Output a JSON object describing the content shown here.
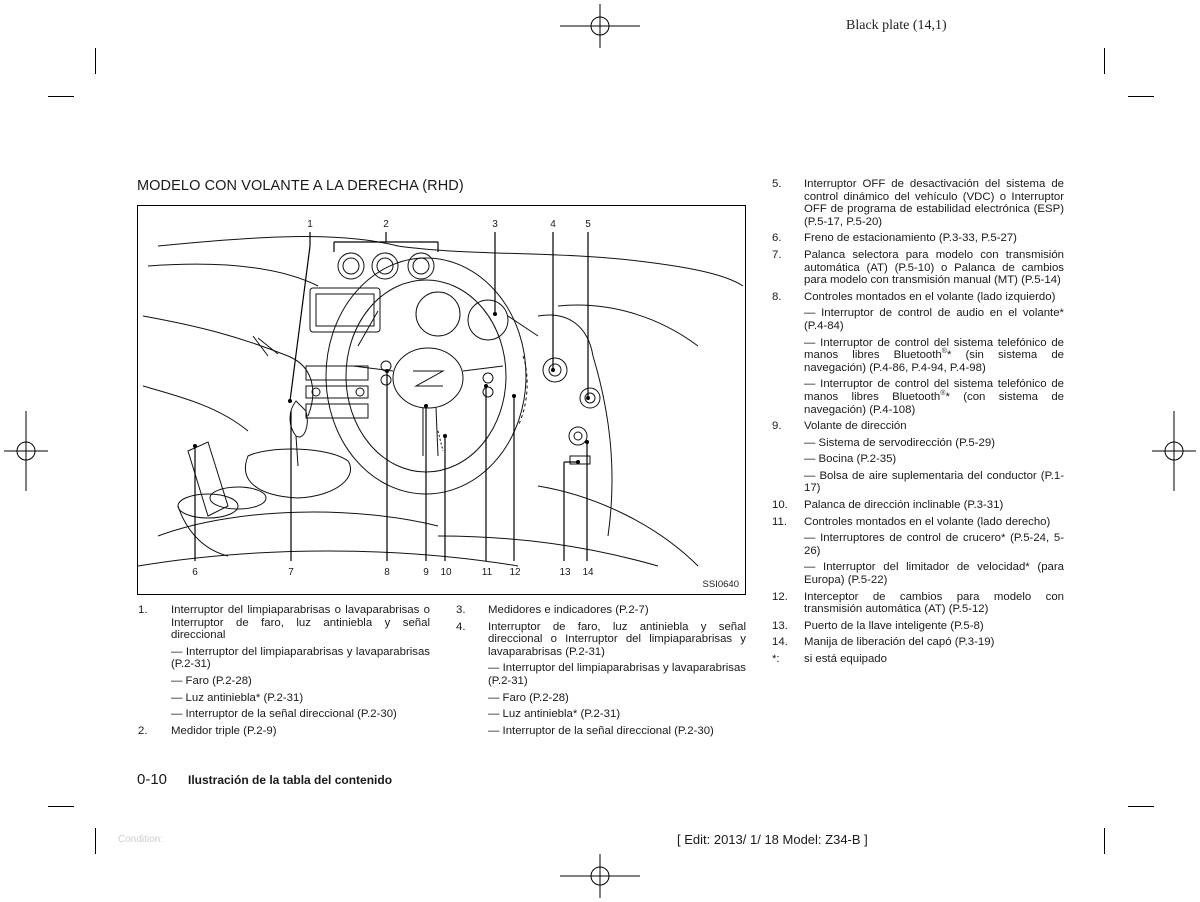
{
  "header": {
    "plate": "Black plate (14,1)"
  },
  "section_title": "MODELO CON VOLANTE A LA DERECHA (RHD)",
  "figure": {
    "id": "SSI0640",
    "callouts_top": [
      "1",
      "2",
      "3",
      "4",
      "5"
    ],
    "callouts_bottom": [
      "6",
      "7",
      "8",
      "9",
      "10",
      "11",
      "12",
      "13",
      "14"
    ]
  },
  "left_column": {
    "item1": {
      "num": "1.",
      "text": "Interruptor del limpiaparabrisas o lavaparabrisas o Interruptor de faro, luz antiniebla y señal direccional",
      "subs": [
        "— Interruptor del limpiaparabrisas y lavaparabrisas (P.2-31)",
        "— Faro (P.2-28)",
        "— Luz antiniebla* (P.2-31)",
        "— Interruptor de la señal direccional (P.2-30)"
      ]
    },
    "item2": {
      "num": "2.",
      "text": "Medidor triple (P.2-9)"
    }
  },
  "mid_column": {
    "item3": {
      "num": "3.",
      "text": "Medidores e indicadores (P.2-7)"
    },
    "item4": {
      "num": "4.",
      "text": "Interruptor de faro, luz antiniebla y señal direccional o Interruptor del limpiaparabrisas y lavaparabrisas (P.2-31)",
      "subs": [
        "— Interruptor del limpiaparabrisas y lavaparabrisas (P.2-31)",
        "— Faro (P.2-28)",
        "— Luz antiniebla* (P.2-31)",
        "— Interruptor de la señal direccional (P.2-30)"
      ]
    }
  },
  "right_column": {
    "i5": {
      "num": "5.",
      "text": "Interruptor OFF de desactivación del sistema de control dinámico del vehículo (VDC) o Interruptor OFF de programa de estabilidad electrónica (ESP) (P.5-17, P.5-20)"
    },
    "i6": {
      "num": "6.",
      "text": "Freno de estacionamiento (P.3-33, P.5-27)"
    },
    "i7": {
      "num": "7.",
      "text": "Palanca selectora para modelo con transmisión automática (AT) (P.5-10) o Palanca de cambios para modelo con transmisión manual (MT) (P.5-14)"
    },
    "i8": {
      "num": "8.",
      "text": "Controles montados en el volante (lado izquierdo)",
      "sub1": "— Interruptor de control de audio en el volante* (P.4-84)",
      "sub2a": "— Interruptor de control del sistema telefónico de manos libres Bluetooth",
      "sub2b": "* (sin sistema de navegación) (P.4-86, P.4-94, P.4-98)",
      "sub3a": "— Interruptor de control del sistema telefónico de manos libres Bluetooth",
      "sub3b": "* (con sistema de navegación) (P.4-108)",
      "reg": "®"
    },
    "i9": {
      "num": "9.",
      "text": "Volante de dirección",
      "subs": [
        "— Sistema de servodirección (P.5-29)",
        "— Bocina (P.2-35)",
        "— Bolsa de aire suplementaria del conductor (P.1-17)"
      ]
    },
    "i10": {
      "num": "10.",
      "text": "Palanca de dirección inclinable (P.3-31)"
    },
    "i11": {
      "num": "11.",
      "text": "Controles montados en el volante (lado derecho)",
      "subs": [
        "— Interruptores de control de crucero* (P.5-24, 5-26)",
        "— Interruptor del limitador de velocidad* (para Europa) (P.5-22)"
      ]
    },
    "i12": {
      "num": "12.",
      "text": "Interceptor de cambios para modelo con transmisión automática (AT) (P.5-12)"
    },
    "i13": {
      "num": "13.",
      "text": "Puerto de la llave inteligente (P.5-8)"
    },
    "i14": {
      "num": "14.",
      "text": "Manija de liberación del capó (P.3-19)"
    },
    "note": {
      "num": "*:",
      "text": "si está equipado"
    }
  },
  "footer": {
    "page_number": "0-10",
    "page_title": "Ilustración de la tabla del contenido",
    "condition": "Condition:",
    "edit": "[ Edit: 2013/ 1/ 18   Model:  Z34-B ]"
  }
}
